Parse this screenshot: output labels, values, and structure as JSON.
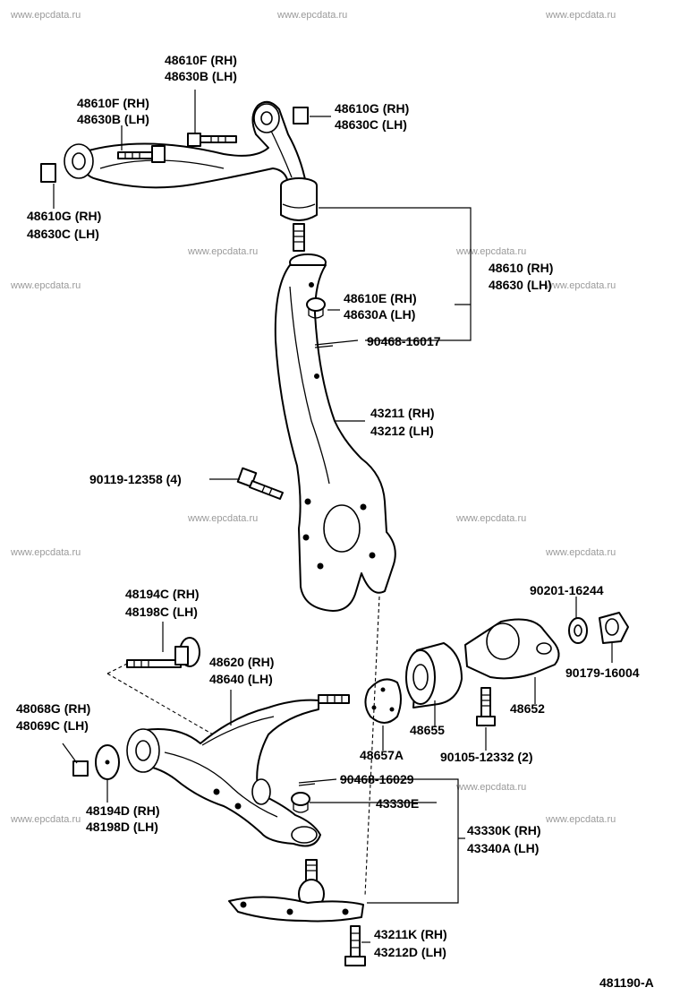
{
  "watermark": "www.epcdata.ru",
  "diagram_code": "481190-A",
  "labels": {
    "upper_bolt_top_rh": "48610F (RH)",
    "upper_bolt_top_lh": "48630B (LH)",
    "upper_bolt_left_rh": "48610F (RH)",
    "upper_bolt_left_lh": "48630B (LH)",
    "upper_nut_right_rh": "48610G (RH)",
    "upper_nut_right_lh": "48630C (LH)",
    "upper_nut_left_rh": "48610G (RH)",
    "upper_nut_left_lh": "48630C (LH)",
    "upper_arm_rh": "48610 (RH)",
    "upper_arm_lh": "48630 (LH)",
    "upper_castle_nut_rh": "48610E (RH)",
    "upper_castle_nut_lh": "48630A (LH)",
    "upper_cotter_pin": "90468-16017",
    "knuckle_rh": "43211 (RH)",
    "knuckle_lh": "43212 (LH)",
    "knuckle_bolt": "90119-12358 (4)",
    "lower_bolt_rh": "48194C (RH)",
    "lower_bolt_lh": "48198C (LH)",
    "lower_arm_rh": "48620 (RH)",
    "lower_arm_lh": "48640 (LH)",
    "lower_nut_rh": "48068G (RH)",
    "lower_nut_lh": "48069C (LH)",
    "lower_cam_rh": "48194D (RH)",
    "lower_cam_lh": "48198D (LH)",
    "bracket_washer": "90201-16244",
    "bracket_nut": "90179-16004",
    "bushing": "48655",
    "bracket": "48652",
    "stopper": "48657A",
    "bracket_bolt": "90105-12332 (2)",
    "lower_cotter_pin": "90468-16029",
    "lower_castle_nut": "43330E",
    "ball_joint_rh": "43330K (RH)",
    "ball_joint_lh": "43340A (LH)",
    "ball_joint_bolt_rh": "43211K (RH)",
    "ball_joint_bolt_lh": "43212D (LH)"
  }
}
